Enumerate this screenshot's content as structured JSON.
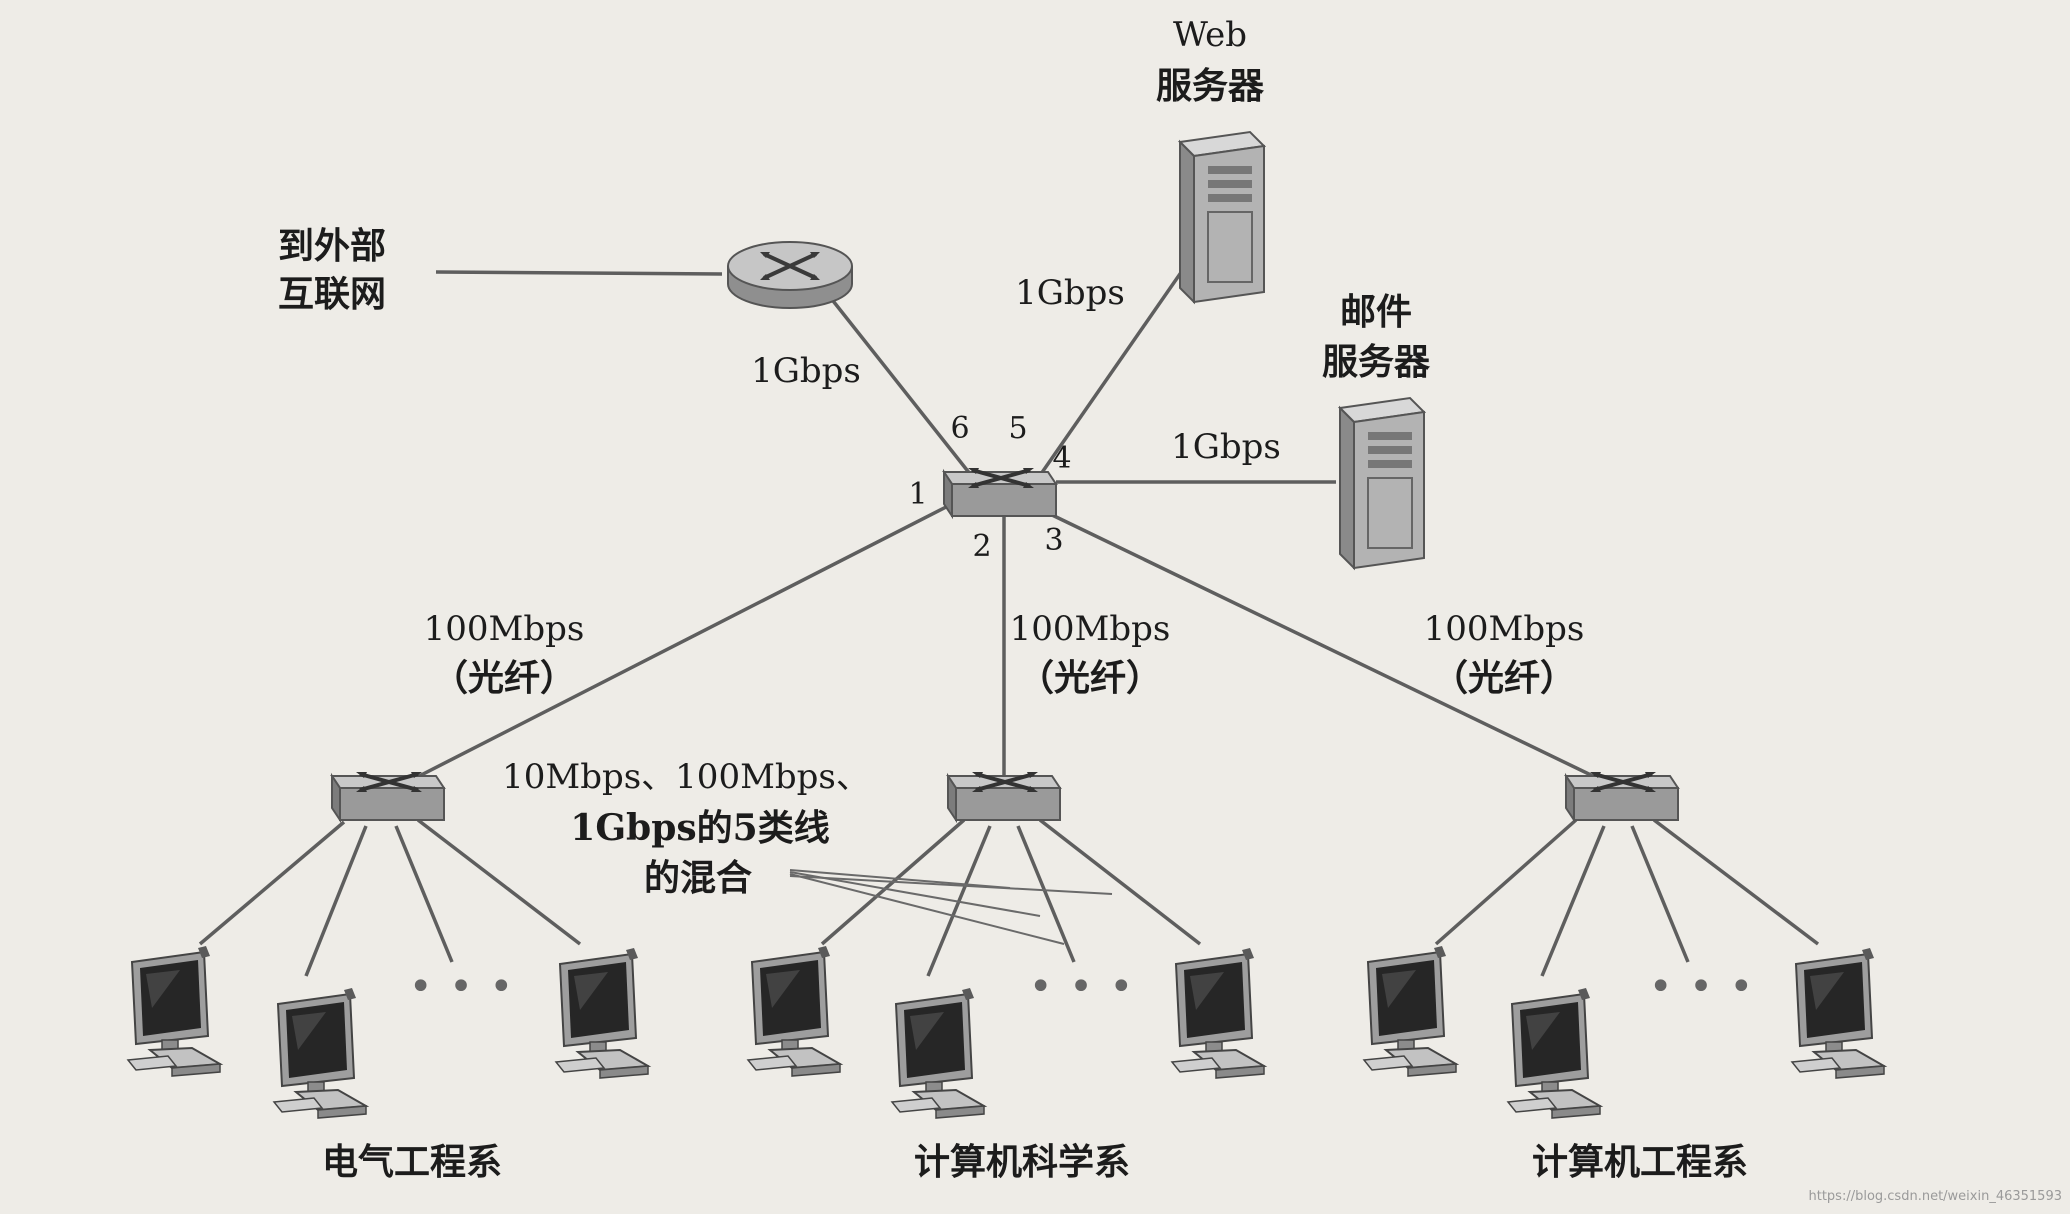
{
  "labels": {
    "web_server": [
      "Web",
      "服务器"
    ],
    "mail_server": [
      "邮件",
      "服务器"
    ],
    "external": [
      "到外部",
      "互联网"
    ],
    "router_link_speed": "1Gbps",
    "web_link_speed": "1Gbps",
    "mail_link_speed": "1Gbps",
    "uplink_speed_1": [
      "100Mbps",
      "（光纤）"
    ],
    "uplink_speed_2": [
      "100Mbps",
      "（光纤）"
    ],
    "uplink_speed_3": [
      "100Mbps",
      "（光纤）"
    ],
    "mixed_cable": [
      "10Mbps、100Mbps、",
      "1Gbps的5类线",
      "的混合"
    ],
    "dept_ee": "电气工程系",
    "dept_cs": "计算机科学系",
    "dept_ce": "计算机工程系",
    "ellipsis": "• • •",
    "watermark": "https://blog.csdn.net/weixin_46351593"
  },
  "ports": [
    "1",
    "2",
    "3",
    "4",
    "5",
    "6"
  ],
  "icons": {
    "router": "router-icon",
    "switch": "switch-icon",
    "server": "server-icon",
    "computer": "computer-icon"
  },
  "colors": {
    "background": "#eeece7",
    "device_body": "#9c9c9c",
    "device_top": "#c4c4c4",
    "screen": "#2a2a2a",
    "link": "#5e5e5e"
  }
}
